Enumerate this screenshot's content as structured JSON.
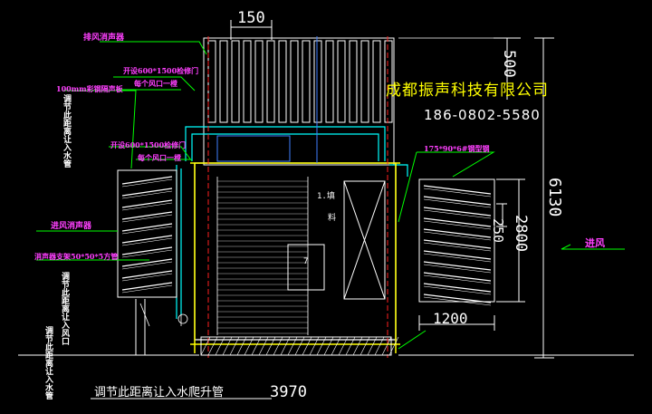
{
  "watermark": {
    "company": "成都振声科技有限公司",
    "phone": "186-0802-5580"
  },
  "dimensions": {
    "top_width": "150",
    "top_height": "500",
    "total_height": "6130",
    "louver_height": "2800",
    "louver_pitch": "250",
    "base_width": "1200",
    "bottom_width": "3970"
  },
  "labels": {
    "exhaust_silencer": "排风消声器",
    "access_door_top": "开设600*1500检修门",
    "per_outlet_top": "每个风口一樘",
    "panel_100mm": "100mm彩钢隔声板",
    "access_door_mid": "开设600*1500检修门",
    "per_outlet_mid": "每个风口一樘",
    "steel_175": "175*90*6#钢型钢",
    "intake_silencer": "进风消声器",
    "silencer_frame": "消声器支架50*50*5方管",
    "air_inlet": "进风",
    "bottom_note": "调节此距离让入水爬升管",
    "left_vert_top": "调节此距离让入水管",
    "left_vert_mid": "调节此距离让入风口",
    "left_vert_bottom": "调节此距离让入水管",
    "inner_label_1": "1.填",
    "inner_label_2": "料",
    "inner_label_3": "7"
  },
  "colors": {
    "cyan": "#00ffff",
    "white": "#ffffff",
    "magenta": "#ff40ff",
    "green": "#00ff00",
    "yellow": "#ffff00",
    "red": "#ff2020",
    "blue": "#4080ff",
    "background": "#000000"
  }
}
